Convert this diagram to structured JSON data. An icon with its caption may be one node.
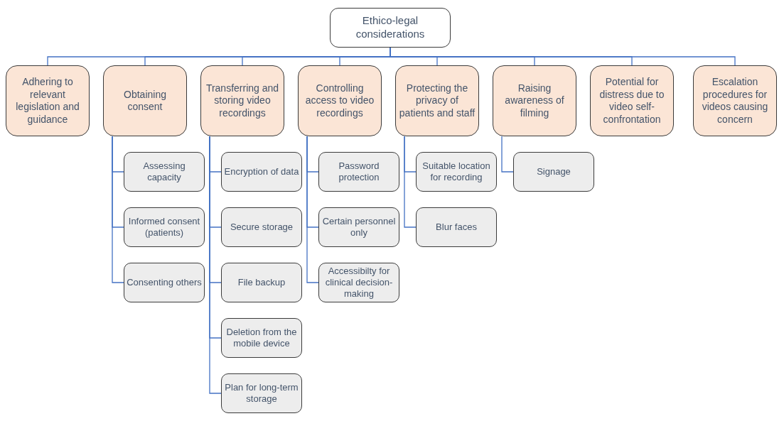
{
  "diagram": {
    "nodes": [
      {
        "text": [
          "Ethico-legal considerations"
        ]
      },
      {
        "text": [
          "Adhering to relevant legislation and guidance"
        ]
      },
      {
        "text": [
          "Obtaining consent"
        ]
      },
      {
        "text": [
          "Assessing capacity"
        ]
      },
      {
        "text": [
          "Informed consent (patients)"
        ]
      },
      {
        "text": [
          "Consenting others"
        ]
      },
      {
        "text": [
          "Transferring and storing video recordings"
        ]
      },
      {
        "text": [
          "Encryption of data"
        ]
      },
      {
        "text": [
          "Secure storage"
        ]
      },
      {
        "text": [
          "File backup"
        ]
      },
      {
        "text": [
          "Deletion from the mobile device"
        ]
      },
      {
        "text": [
          "Plan for long-term storage"
        ]
      },
      {
        "text": [
          "Controlling access to video recordings"
        ]
      },
      {
        "text": [
          "Password protection"
        ]
      },
      {
        "text": [
          "Certain personnel only"
        ]
      },
      {
        "text": [
          "Accessibilty for clinical decision-making"
        ]
      },
      {
        "text": [
          "Protecting the privacy of patients and staff"
        ]
      },
      {
        "text": [
          "Suitable location for recording"
        ]
      },
      {
        "text": [
          "Blur faces"
        ]
      },
      {
        "text": [
          "Raising awareness of filming"
        ]
      },
      {
        "text": [
          "Signage"
        ]
      },
      {
        "text": [
          "Potential for distress due to video self-confrontation"
        ]
      },
      {
        "text": [
          "Escalation procedures for videos causing concern"
        ]
      }
    ],
    "edges": [
      {
        "from": 0,
        "to": 1,
        "arrow": "none"
      },
      {
        "from": 0,
        "to": 2,
        "arrow": "none"
      },
      {
        "from": 2,
        "to": 3,
        "arrow": "none"
      },
      {
        "from": 2,
        "to": 4,
        "arrow": "none"
      },
      {
        "from": 2,
        "to": 5,
        "arrow": "none"
      },
      {
        "from": 0,
        "to": 6,
        "arrow": "none"
      },
      {
        "from": 6,
        "to": 7,
        "arrow": "none"
      },
      {
        "from": 6,
        "to": 8,
        "arrow": "none"
      },
      {
        "from": 6,
        "to": 9,
        "arrow": "none"
      },
      {
        "from": 6,
        "to": 10,
        "arrow": "none"
      },
      {
        "from": 6,
        "to": 11,
        "arrow": "none"
      },
      {
        "from": 0,
        "to": 12,
        "arrow": "none"
      },
      {
        "from": 12,
        "to": 13,
        "arrow": "none"
      },
      {
        "from": 12,
        "to": 14,
        "arrow": "none"
      },
      {
        "from": 12,
        "to": 15,
        "arrow": "none"
      },
      {
        "from": 0,
        "to": 16,
        "arrow": "none"
      },
      {
        "from": 16,
        "to": 17,
        "arrow": "none"
      },
      {
        "from": 16,
        "to": 18,
        "arrow": "none"
      },
      {
        "from": 0,
        "to": 19,
        "arrow": "none"
      },
      {
        "from": 19,
        "to": 20,
        "arrow": "none"
      },
      {
        "from": 0,
        "to": 21,
        "arrow": "none"
      },
      {
        "from": 0,
        "to": 22,
        "arrow": "none"
      }
    ]
  }
}
